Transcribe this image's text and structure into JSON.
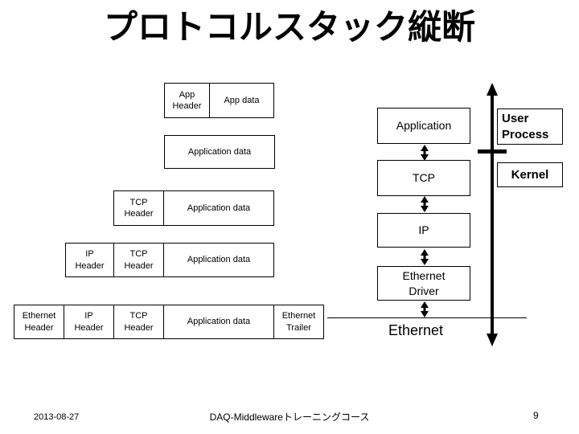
{
  "title": "プロトコルスタック縦断",
  "encapsulation": {
    "rows": [
      {
        "cells": [
          "App\nHeader",
          "App data"
        ]
      },
      {
        "cells": [
          "Application data"
        ]
      },
      {
        "cells": [
          "TCP\nHeader",
          "Application data"
        ]
      },
      {
        "cells": [
          "IP\nHeader",
          "TCP\nHeader",
          "Application data"
        ]
      },
      {
        "cells": [
          "Ethernet\nHeader",
          "IP\nHeader",
          "TCP\nHeader",
          "Application data",
          "Ethernet\nTrailer"
        ]
      }
    ]
  },
  "protocol_stack": {
    "layers": [
      "Application",
      "TCP",
      "IP",
      "Ethernet\nDriver"
    ],
    "network_label": "Ethernet"
  },
  "execution_context": {
    "user": "User\nProcess",
    "kernel": "Kernel"
  },
  "footer": {
    "date": "2013-08-27",
    "course_name": "DAQ-Middlewareトレーニングコース",
    "page_number": "9"
  },
  "icons": {
    "traversal_arrow": "vertical-double-arrow-icon",
    "layer_link": "small-double-arrow-icon",
    "user_kernel_boundary": "boundary-tick-line"
  },
  "colors": {
    "foreground": "#000000",
    "background": "#ffffff"
  }
}
